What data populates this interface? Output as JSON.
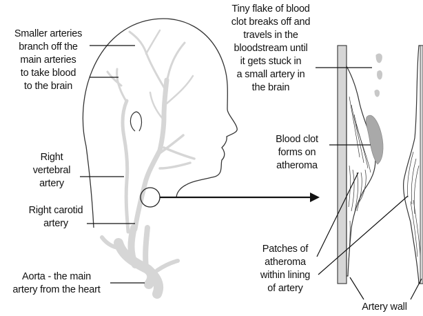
{
  "labels": {
    "smaller_arteries": "Smaller arteries\nbranch off the\nmain arteries\nto take blood\nto the brain",
    "right_vertebral": "Right\nvertebral\nartery",
    "right_carotid": "Right carotid\nartery",
    "aorta": "Aorta - the main\nartery from the heart",
    "tiny_flake": "Tiny flake of blood\nclot breaks off and\ntravels in the\nbloodstream until\nit gets stuck in\na small artery in\nthe brain",
    "blood_clot": "Blood clot\nforms on\natheroma",
    "patches": "Patches of\natheroma\nwithin lining\nof artery",
    "artery_wall": "Artery wall"
  },
  "colors": {
    "artery_fill": "#d6d6d6",
    "clot_fill": "#a9a9a9",
    "outline": "#333333",
    "text": "#111111"
  }
}
